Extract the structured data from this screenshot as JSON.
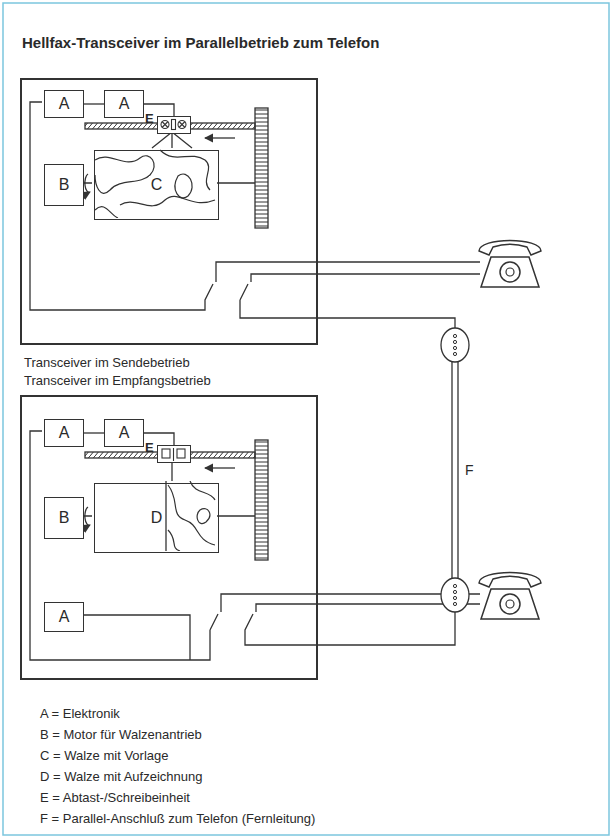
{
  "diagram": {
    "title": "Hellfax-Transceiver im Parallelbetrieb zum Telefon",
    "nodes": [
      {
        "text": [
          "Transceiver im Sendebetrieb"
        ]
      },
      {
        "text": [
          "A"
        ],
        "in": 0
      },
      {
        "text": [
          "A"
        ],
        "in": 0
      },
      {
        "text": [
          "B"
        ],
        "in": 0
      },
      {
        "text": [
          "C"
        ],
        "in": 0
      },
      {
        "text": [
          "E"
        ],
        "in": 0
      },
      {
        "text": [
          "Transceiver im Empfangsbetrieb"
        ]
      },
      {
        "text": [
          "A"
        ],
        "in": 6
      },
      {
        "text": [
          "A"
        ],
        "in": 6
      },
      {
        "text": [
          "B"
        ],
        "in": 6
      },
      {
        "text": [
          "D"
        ],
        "in": 6
      },
      {
        "text": [
          "E"
        ],
        "in": 6
      },
      {
        "text": [
          "A"
        ],
        "in": 6
      }
    ],
    "edges": [
      {
        "from": 1,
        "to": 2,
        "arrow": "none"
      },
      {
        "from": 2,
        "to": 5,
        "arrow": "none"
      },
      {
        "from": 7,
        "to": 8,
        "arrow": "none"
      },
      {
        "from": 8,
        "to": 11,
        "arrow": "none"
      }
    ],
    "labels": [
      "F"
    ],
    "legend": [
      {
        "text": "A = Elektronik"
      },
      {
        "text": "B = Motor für Walzenantrieb"
      },
      {
        "text": "C = Walze mit Vorlage"
      },
      {
        "text": "D = Walze mit Aufzeichnung"
      },
      {
        "text": "E = Abtast-/Schreibeinheit"
      },
      {
        "text": "F = Parallel-Anschluß zum Telefon (Fernleitung)"
      }
    ]
  }
}
